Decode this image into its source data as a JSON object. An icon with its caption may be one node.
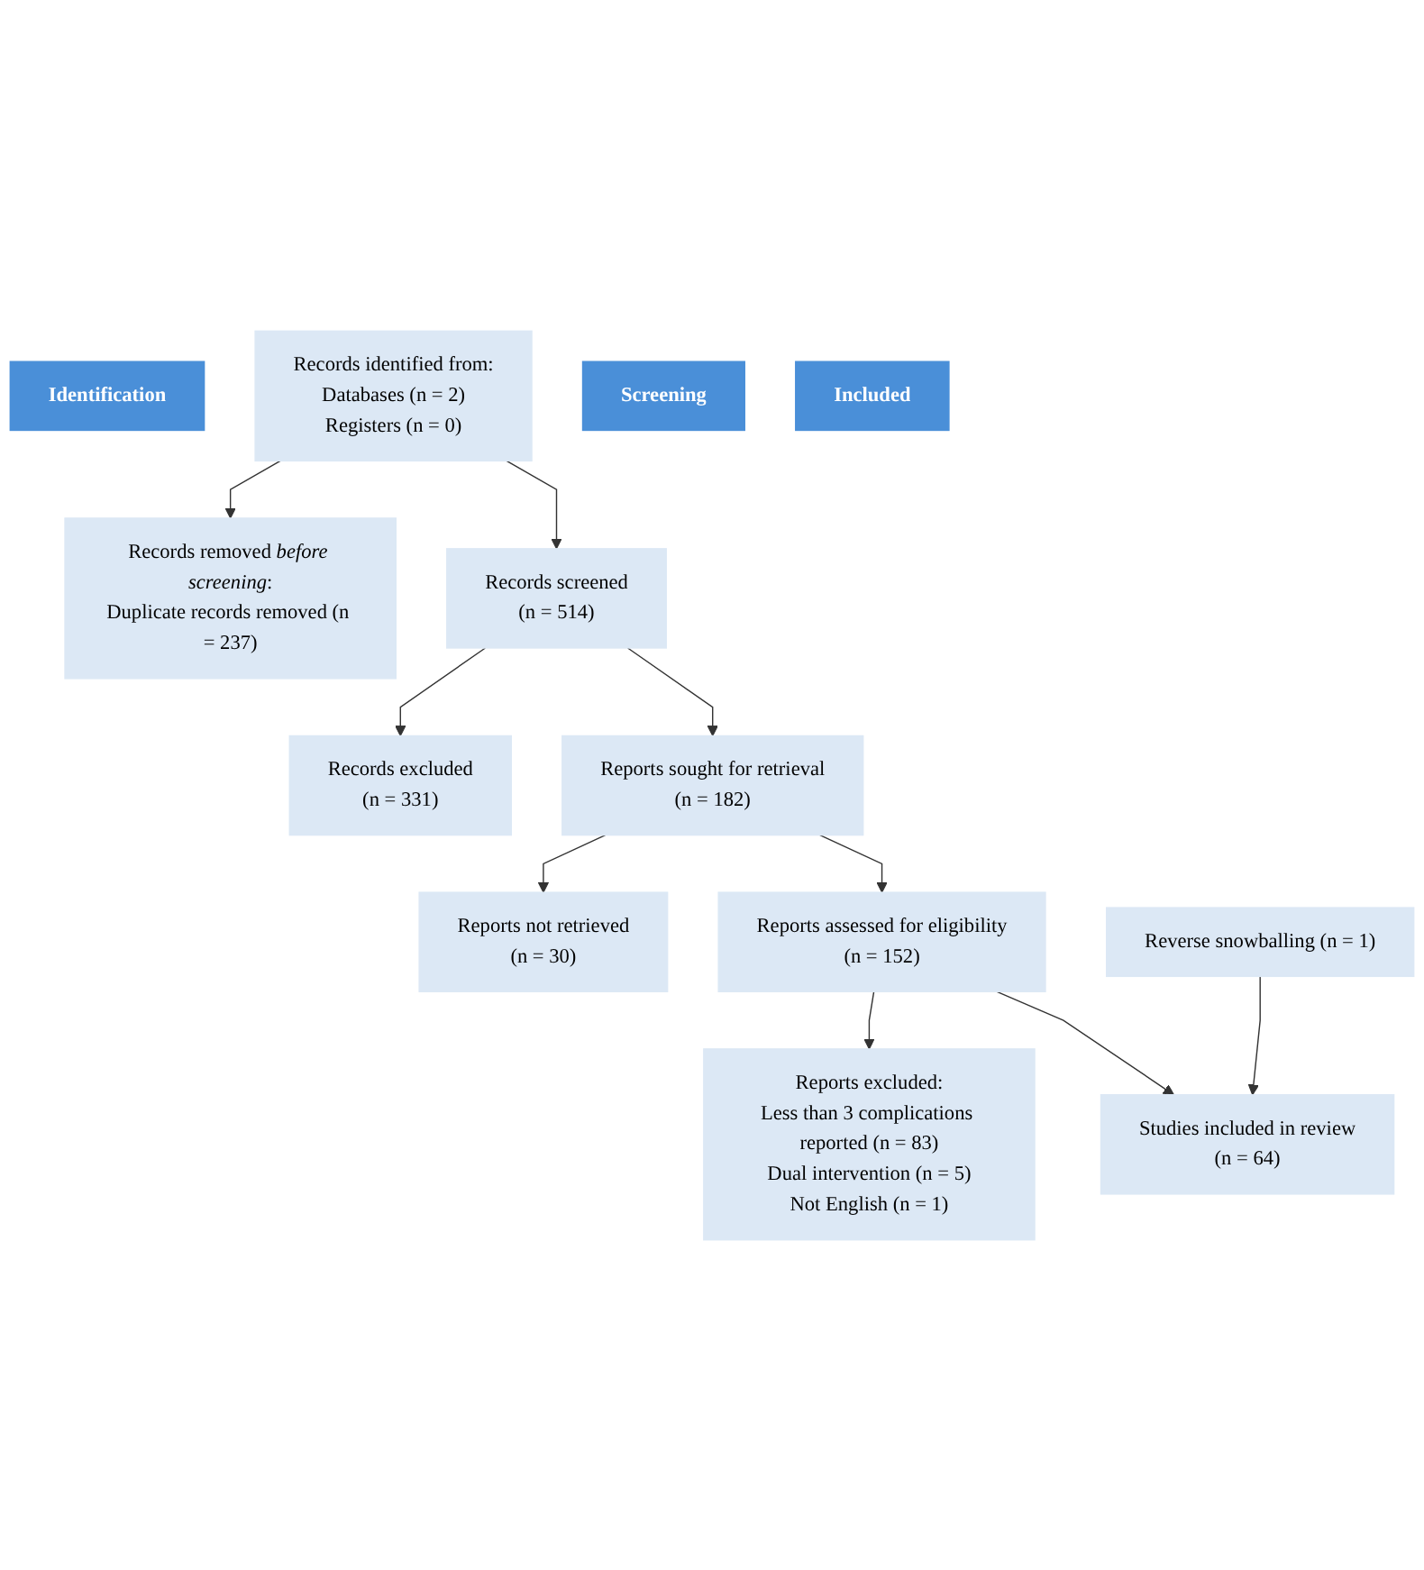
{
  "diagram": {
    "nodes": [
      {
        "text": [
          "Identification"
        ]
      },
      {
        "text": [
          "Records identified from:",
          "Databases (n = 2)",
          "Registers (n = 0)"
        ]
      },
      {
        "text": [
          "Records removed *before screening*:",
          "Duplicate records removed (n = 237)"
        ]
      },
      {
        "text": [
          "Screening"
        ]
      },
      {
        "text": [
          "Records screened",
          "(n = 514)"
        ]
      },
      {
        "text": [
          "Records excluded",
          "(n = 331)"
        ]
      },
      {
        "text": [
          "Reports sought for retrieval",
          "(n = 182)"
        ]
      },
      {
        "text": [
          "Reports not retrieved",
          "(n = 30)"
        ]
      },
      {
        "text": [
          "Reports assessed for eligibility",
          "(n = 152)"
        ]
      },
      {
        "text": [
          "Reports excluded:",
          "Less than 3 complications reported (n = 83)",
          "Dual intervention (n = 5)",
          "Not English (n = 1)"
        ]
      },
      {
        "text": [
          "Included"
        ]
      },
      {
        "text": [
          "Studies included in review",
          "(n = 64)"
        ]
      },
      {
        "text": [
          "Reverse snowballing (n = 1)"
        ]
      }
    ],
    "edges": [
      {
        "from": 1,
        "to": 2,
        "arrow": "to"
      },
      {
        "from": 1,
        "to": 4,
        "arrow": "to"
      },
      {
        "from": 4,
        "to": 5,
        "arrow": "to"
      },
      {
        "from": 4,
        "to": 6,
        "arrow": "to"
      },
      {
        "from": 6,
        "to": 7,
        "arrow": "to"
      },
      {
        "from": 6,
        "to": 8,
        "arrow": "to"
      },
      {
        "from": 8,
        "to": 9,
        "arrow": "to"
      },
      {
        "from": 8,
        "to": 11,
        "arrow": "to"
      },
      {
        "from": 12,
        "to": 11,
        "arrow": "to"
      }
    ]
  }
}
